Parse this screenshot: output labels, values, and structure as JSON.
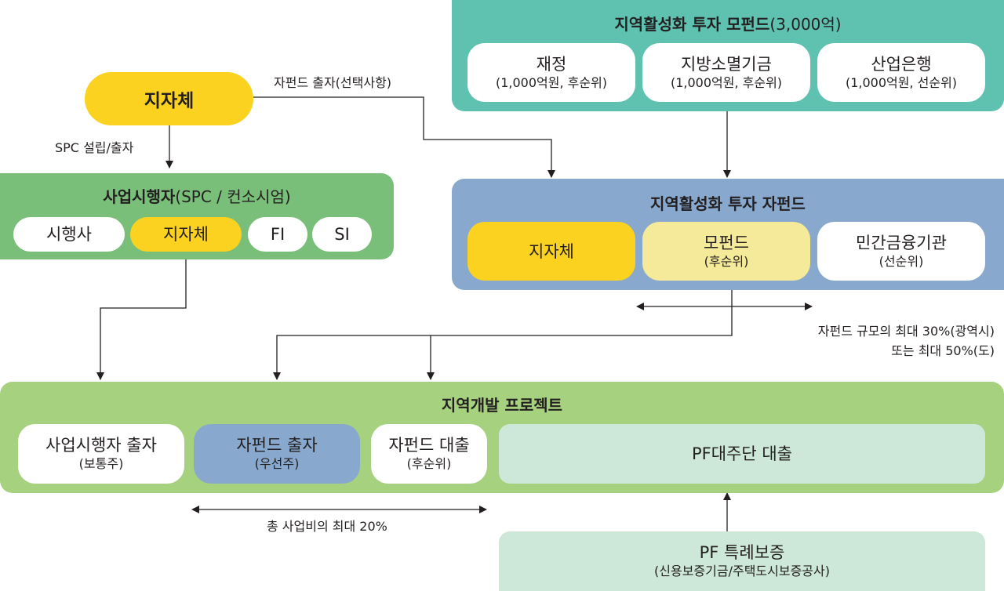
{
  "fund_of_funds": {
    "title_bold": "지역활성화 투자 모펀드",
    "title_rest": "(3,000억)",
    "items": [
      {
        "name": "재정",
        "detail": "(1,000억원, 후순위)"
      },
      {
        "name": "지방소멸기금",
        "detail": "(1,000억원, 후순위)"
      },
      {
        "name": "산업은행",
        "detail": "(1,000억원, 선순위)"
      }
    ]
  },
  "local_gov": {
    "label": "지자체"
  },
  "label_subfund_invest": "자펀드 출자(선택사항)",
  "label_spc": "SPC 설립/출자",
  "operator": {
    "title_bold": "사업시행자",
    "title_rest": "(SPC / 컨소시엄)",
    "items": [
      "시행사",
      "지자체",
      "FI",
      "SI"
    ]
  },
  "sub_fund": {
    "title": "지역활성화 투자 자펀드",
    "items": [
      {
        "name": "지자체",
        "detail": ""
      },
      {
        "name": "모펀드",
        "detail": "(후순위)"
      },
      {
        "name": "민간금융기관",
        "detail": "(선순위)"
      }
    ]
  },
  "note_sub_fund": {
    "line1": "자펀드 규모의 최대 30%(광역시)",
    "line2": "또는 최대 50%(도)"
  },
  "project": {
    "title": "지역개발 프로젝트",
    "items": [
      {
        "name": "사업시행자 출자",
        "detail": "(보통주)"
      },
      {
        "name": "자펀드 출자",
        "detail": "(우선주)"
      },
      {
        "name": "자펀드 대출",
        "detail": "(후순위)"
      },
      {
        "name": "PF대주단 대출",
        "detail": ""
      }
    ]
  },
  "note_project": "총 사업비의 최대 20%",
  "pf_guarantee": {
    "name": "PF 특례보증",
    "detail": "(신용보증기금/주택도시보증공사)"
  },
  "colors": {
    "teal": "#5fc1b0",
    "blue": "#88a9cd",
    "green": "#79bf7a",
    "light_green": "#a6d17f",
    "yellow": "#fbd21f",
    "pale_yellow": "#f5ea9a",
    "mint": "#cde8d8",
    "steel_blue": "#88a9cd"
  }
}
